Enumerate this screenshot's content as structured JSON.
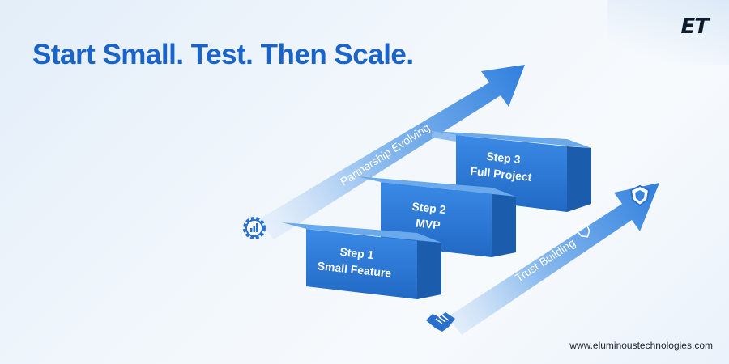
{
  "title": "Start Small. Test. Then Scale.",
  "logo": "ET",
  "website": "www.eluminoustechnologies.com",
  "arrows": {
    "upper_label": "Partnership Evolving",
    "lower_label": "Trust Building"
  },
  "steps": [
    {
      "step": "Step 1",
      "name": "Small Feature"
    },
    {
      "step": "Step 2",
      "name": "MVP"
    },
    {
      "step": "Step 3",
      "name": "Full Project"
    }
  ],
  "icons": [
    "gear-chart-icon",
    "handshake-icon",
    "shield-icon"
  ],
  "colors": {
    "title": "#1a63c9",
    "box_front": "#2f7fde",
    "box_top": "#6aa9ec",
    "box_side": "#1c5cad",
    "arrow": "#3a86e0"
  }
}
